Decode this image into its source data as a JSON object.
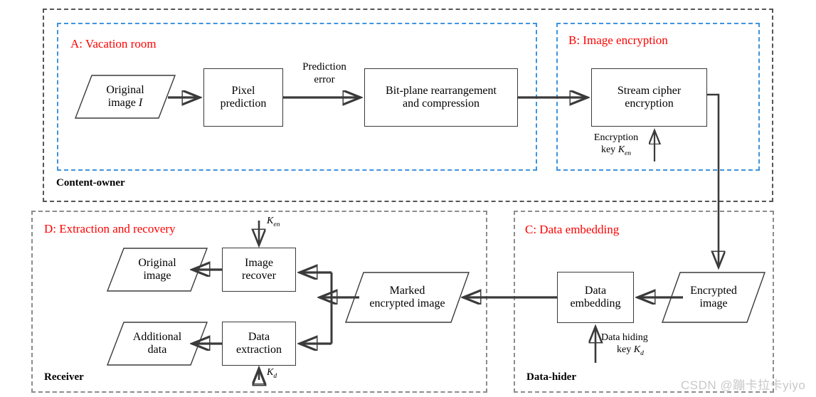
{
  "figure": {
    "title": "Reversible data hiding in encrypted images framework",
    "watermark": "CSDN @蹦卡拉卡yiyo",
    "colors": {
      "zone_title": "#ff0000",
      "zone_border_blue": "#3f93dd",
      "zone_border_gray": "#8c8c8c",
      "outer_border": "#555555",
      "stroke": "#3a3a3a",
      "watermark": "#c8c8c8"
    }
  },
  "containers": {
    "content_owner": {
      "role_label": "Content-owner"
    },
    "receiver": {
      "role_label": "Receiver"
    },
    "data_hider": {
      "role_label": "Data-hider"
    }
  },
  "zones": {
    "a": {
      "title": "A: Vacation room"
    },
    "b": {
      "title": "B: Image encryption"
    },
    "c": {
      "title": "C: Data embedding"
    },
    "d": {
      "title": "D: Extraction and  recovery"
    }
  },
  "nodes": {
    "original_image": {
      "line1": "Original",
      "line2": "image",
      "symbol": "I",
      "shape": "parallelogram"
    },
    "pixel_prediction": {
      "line1": "Pixel",
      "line2": "prediction",
      "shape": "box"
    },
    "bitplane": {
      "line1": "Bit-plane rearrangement",
      "line2": "and compression",
      "shape": "box"
    },
    "stream_cipher": {
      "line1": "Stream cipher",
      "line2": "encryption",
      "shape": "box"
    },
    "encrypted_image": {
      "line1": "Encrypted",
      "line2": "image",
      "shape": "parallelogram"
    },
    "data_embedding": {
      "line1": "Data",
      "line2": "embedding",
      "shape": "box"
    },
    "marked_encrypted_image": {
      "line1": "Marked",
      "line2": "encrypted image",
      "shape": "parallelogram"
    },
    "image_recover": {
      "line1": "Image",
      "line2": "recover",
      "shape": "box"
    },
    "data_extraction": {
      "line1": "Data",
      "line2": "extraction",
      "shape": "box"
    },
    "original_image_out": {
      "line1": "Original",
      "line2": "image",
      "shape": "parallelogram"
    },
    "additional_data": {
      "line1": "Additional",
      "line2": "data",
      "shape": "parallelogram"
    }
  },
  "annotations": {
    "prediction_error": {
      "line1": "Prediction",
      "line2": "error"
    },
    "encryption_key": {
      "line1": "Encryption",
      "line2": "key",
      "symbol": "K",
      "subscript": "en"
    },
    "data_hiding_key": {
      "line1": "Data hiding",
      "line2": "key",
      "symbol": "K",
      "subscript": "d"
    },
    "recover_key": {
      "symbol": "K",
      "subscript": "en"
    },
    "extraction_key": {
      "symbol": "K",
      "subscript": "d"
    }
  }
}
